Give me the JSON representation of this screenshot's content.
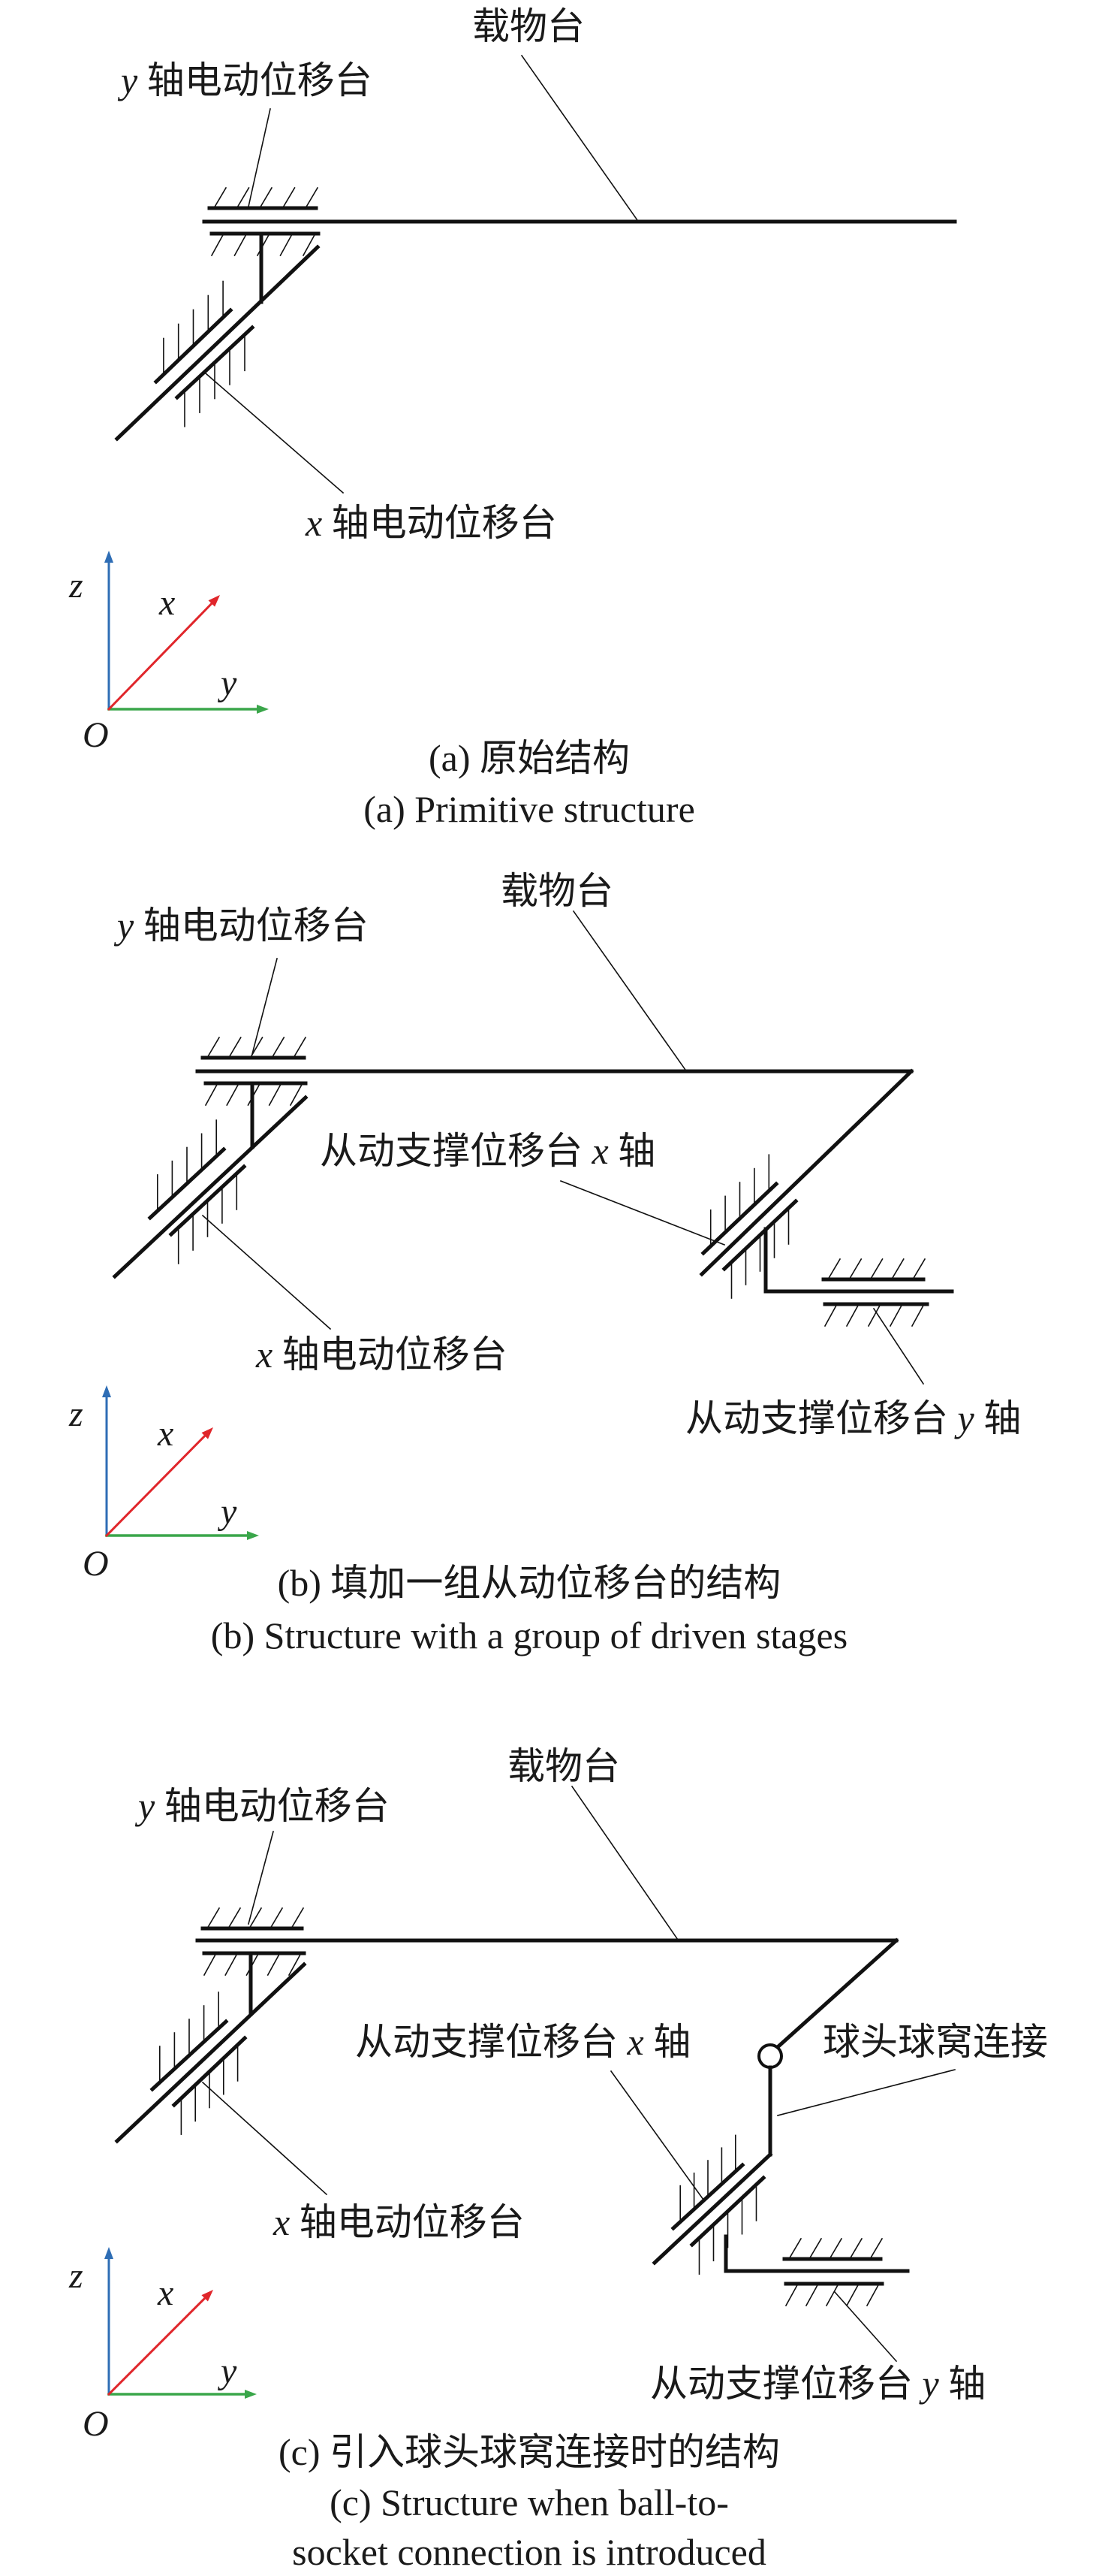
{
  "colors": {
    "z_axis": "#2e6db5",
    "x_axis": "#e0262b",
    "y_axis": "#3aa64a",
    "line": "#111111"
  },
  "axes": {
    "z": "z",
    "x": "x",
    "y": "y",
    "origin": "O"
  },
  "panels": [
    {
      "id": "a",
      "labels": {
        "platform": "载物台",
        "y_stage": {
          "var": "y",
          "text": "轴电动位移台"
        },
        "x_stage": {
          "var": "x",
          "text": "轴电动位移台"
        }
      },
      "caption_zh": "(a) 原始结构",
      "caption_en": "(a) Primitive structure"
    },
    {
      "id": "b",
      "labels": {
        "platform": "载物台",
        "y_stage": {
          "var": "y",
          "text": "轴电动位移台"
        },
        "x_stage": {
          "var": "x",
          "text": "轴电动位移台"
        },
        "driven_x": {
          "text": "从动支撑位移台",
          "var": "x",
          "suffix": "轴"
        },
        "driven_y": {
          "text": "从动支撑位移台",
          "var": "y",
          "suffix": "轴"
        }
      },
      "caption_zh": "(b) 填加一组从动位移台的结构",
      "caption_en": "(b) Structure with a group of driven stages"
    },
    {
      "id": "c",
      "labels": {
        "platform": "载物台",
        "y_stage": {
          "var": "y",
          "text": "轴电动位移台"
        },
        "x_stage": {
          "var": "x",
          "text": "轴电动位移台"
        },
        "driven_x": {
          "text": "从动支撑位移台",
          "var": "x",
          "suffix": "轴"
        },
        "driven_y": {
          "text": "从动支撑位移台",
          "var": "y",
          "suffix": "轴"
        },
        "ball_joint": "球头球窝连接"
      },
      "caption_zh": "(c) 引入球头球窝连接时的结构",
      "caption_en_line1": "(c) Structure when ball-to-",
      "caption_en_line2": "socket connection is introduced"
    }
  ]
}
